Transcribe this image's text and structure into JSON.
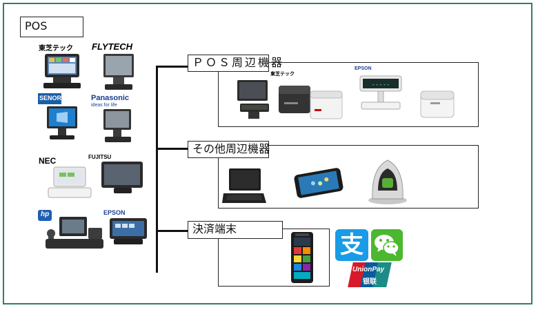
{
  "title": "POS",
  "sections": {
    "pos_peripherals": "ＰＯＳ周辺機器",
    "other_peripherals": "その他周辺機器",
    "payment_terminal": "決済端末"
  },
  "brands": {
    "toshiba": "東芝テック",
    "flytech": "FLYTECH",
    "senor": "SENOR",
    "panasonic": "Panasonic",
    "panasonic_tagline": "ideas for life",
    "nec": "NEC",
    "fujitsu": "FUJITSU",
    "hp": "hp",
    "epson": "EPSON",
    "toshiba_small": "東芝テック",
    "epson_small": "EPSON"
  },
  "payment_logos": {
    "alipay": "支",
    "unionpay_en": "UnionPay",
    "unionpay_cn": "银联"
  },
  "display_text": "-----",
  "colors": {
    "frame": "#2e7d6b",
    "alipay": "#1a9be6",
    "wechat": "#4bb82f",
    "unionpay_red": "#d7192a",
    "unionpay_blue": "#0a5a9c",
    "unionpay_teal": "#1b8c86",
    "flytech": "#1e4fb5",
    "senor": "#1a5ea8",
    "nec": "#1d3a91",
    "fujitsu": "#c8102e",
    "epson": "#1c3f94"
  }
}
